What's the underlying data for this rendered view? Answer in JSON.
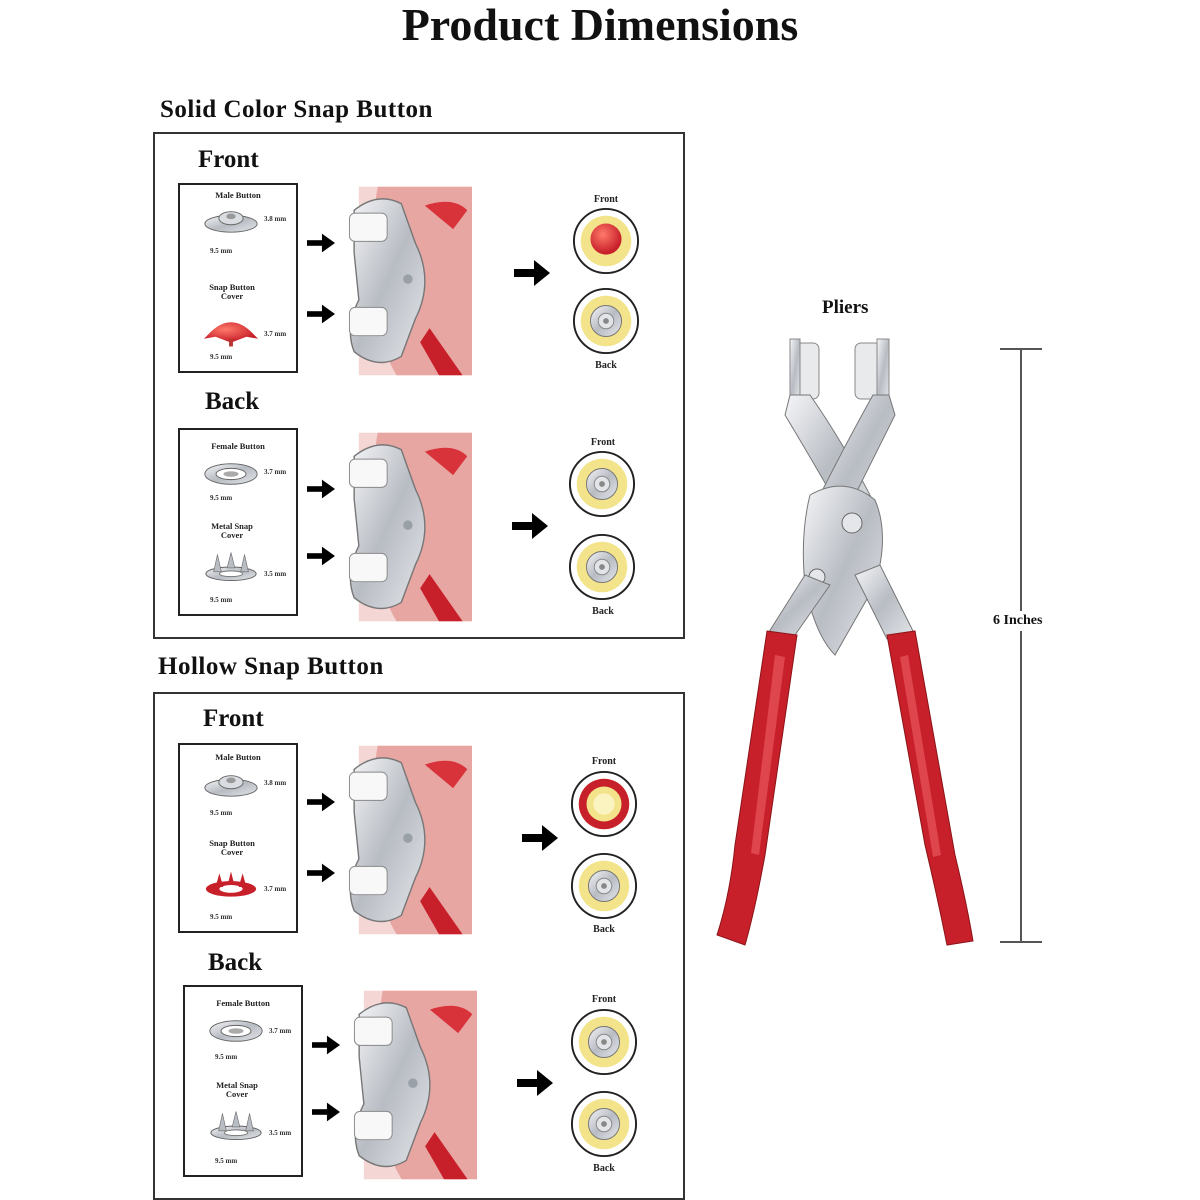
{
  "title": "Product Dimensions",
  "sections": [
    {
      "title": "Solid Color Snap Button",
      "front": {
        "heading": "Front",
        "part1": {
          "name": "Male Button",
          "height": "3.8 mm",
          "width": "9.5 mm"
        },
        "part2": {
          "name": "Snap Button Cover",
          "height": "3.7 mm",
          "width": "9.5 mm"
        },
        "result_top": "Front",
        "result_bottom": "Back"
      },
      "back": {
        "heading": "Back",
        "part1": {
          "name": "Female Button",
          "height": "3.7 mm",
          "width": "9.5 mm"
        },
        "part2": {
          "name": "Metal Snap Cover",
          "height": "3.5 mm",
          "width": "9.5 mm"
        },
        "result_top": "Front",
        "result_bottom": "Back"
      }
    },
    {
      "title": "Hollow Snap Button",
      "front": {
        "heading": "Front",
        "part1": {
          "name": "Male Button",
          "height": "3.8 mm",
          "width": "9.5 mm"
        },
        "part2": {
          "name": "Snap Button Cover",
          "height": "3.7 mm",
          "width": "9.5 mm"
        },
        "result_top": "Front",
        "result_bottom": "Back"
      },
      "back": {
        "heading": "Back",
        "part1": {
          "name": "Female Button",
          "height": "3.7 mm",
          "width": "9.5 mm"
        },
        "part2": {
          "name": "Metal Snap Cover",
          "height": "3.5 mm",
          "width": "9.5 mm"
        },
        "result_top": "Front",
        "result_bottom": "Back"
      }
    }
  ],
  "pliers": {
    "label": "Pliers",
    "length": "6 Inches"
  },
  "colors": {
    "handle": "#c8202a",
    "metal": "#c9ccd1",
    "snap_red": "#d93a3a",
    "yellow": "#f3e38a",
    "skin": "#e9a9a6"
  }
}
